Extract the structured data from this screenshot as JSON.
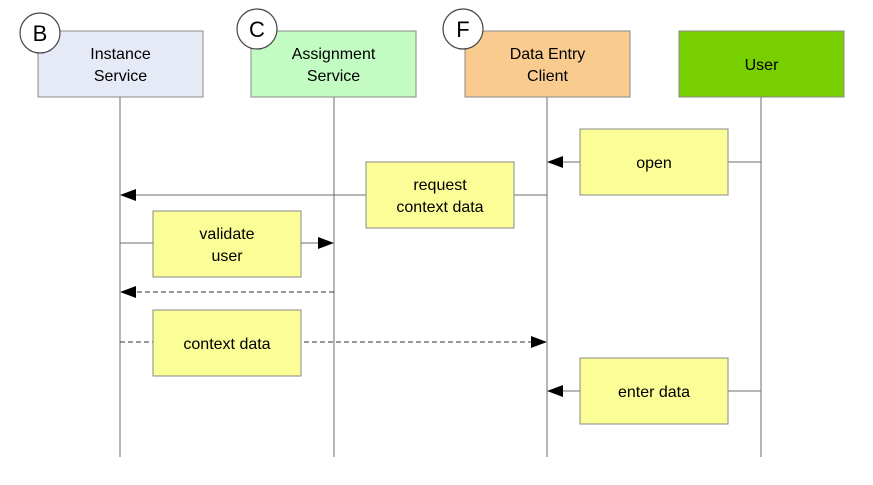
{
  "colors": {
    "instance_fill": "#e6eaf6",
    "assignment_fill": "#c2fcc2",
    "client_fill": "#f9cb8f",
    "user_fill": "#77cf00",
    "note_fill": "#fbfd96",
    "line": "#6e6e6e"
  },
  "participants": [
    {
      "id": "instance",
      "badge": "B",
      "lines": [
        "Instance",
        "Service"
      ]
    },
    {
      "id": "assignment",
      "badge": "C",
      "lines": [
        "Assignment",
        "Service"
      ]
    },
    {
      "id": "client",
      "badge": "F",
      "lines": [
        "Data Entry",
        "Client"
      ]
    },
    {
      "id": "user",
      "badge": "",
      "lines": [
        "User"
      ]
    }
  ],
  "messages": [
    {
      "id": "open",
      "from": "user",
      "to": "client",
      "dashed": false,
      "label_lines": [
        "open"
      ]
    },
    {
      "id": "request",
      "from": "client",
      "to": "instance",
      "dashed": false,
      "label_lines": [
        "request",
        "context data"
      ]
    },
    {
      "id": "validate",
      "from": "instance",
      "to": "assignment",
      "dashed": false,
      "label_lines": [
        "validate",
        "user"
      ]
    },
    {
      "id": "reply",
      "from": "assignment",
      "to": "instance",
      "dashed": true,
      "label_lines": []
    },
    {
      "id": "context",
      "from": "instance",
      "to": "client",
      "dashed": true,
      "label_lines": [
        "context data"
      ]
    },
    {
      "id": "enter",
      "from": "user",
      "to": "client",
      "dashed": false,
      "label_lines": [
        "enter data"
      ]
    }
  ]
}
